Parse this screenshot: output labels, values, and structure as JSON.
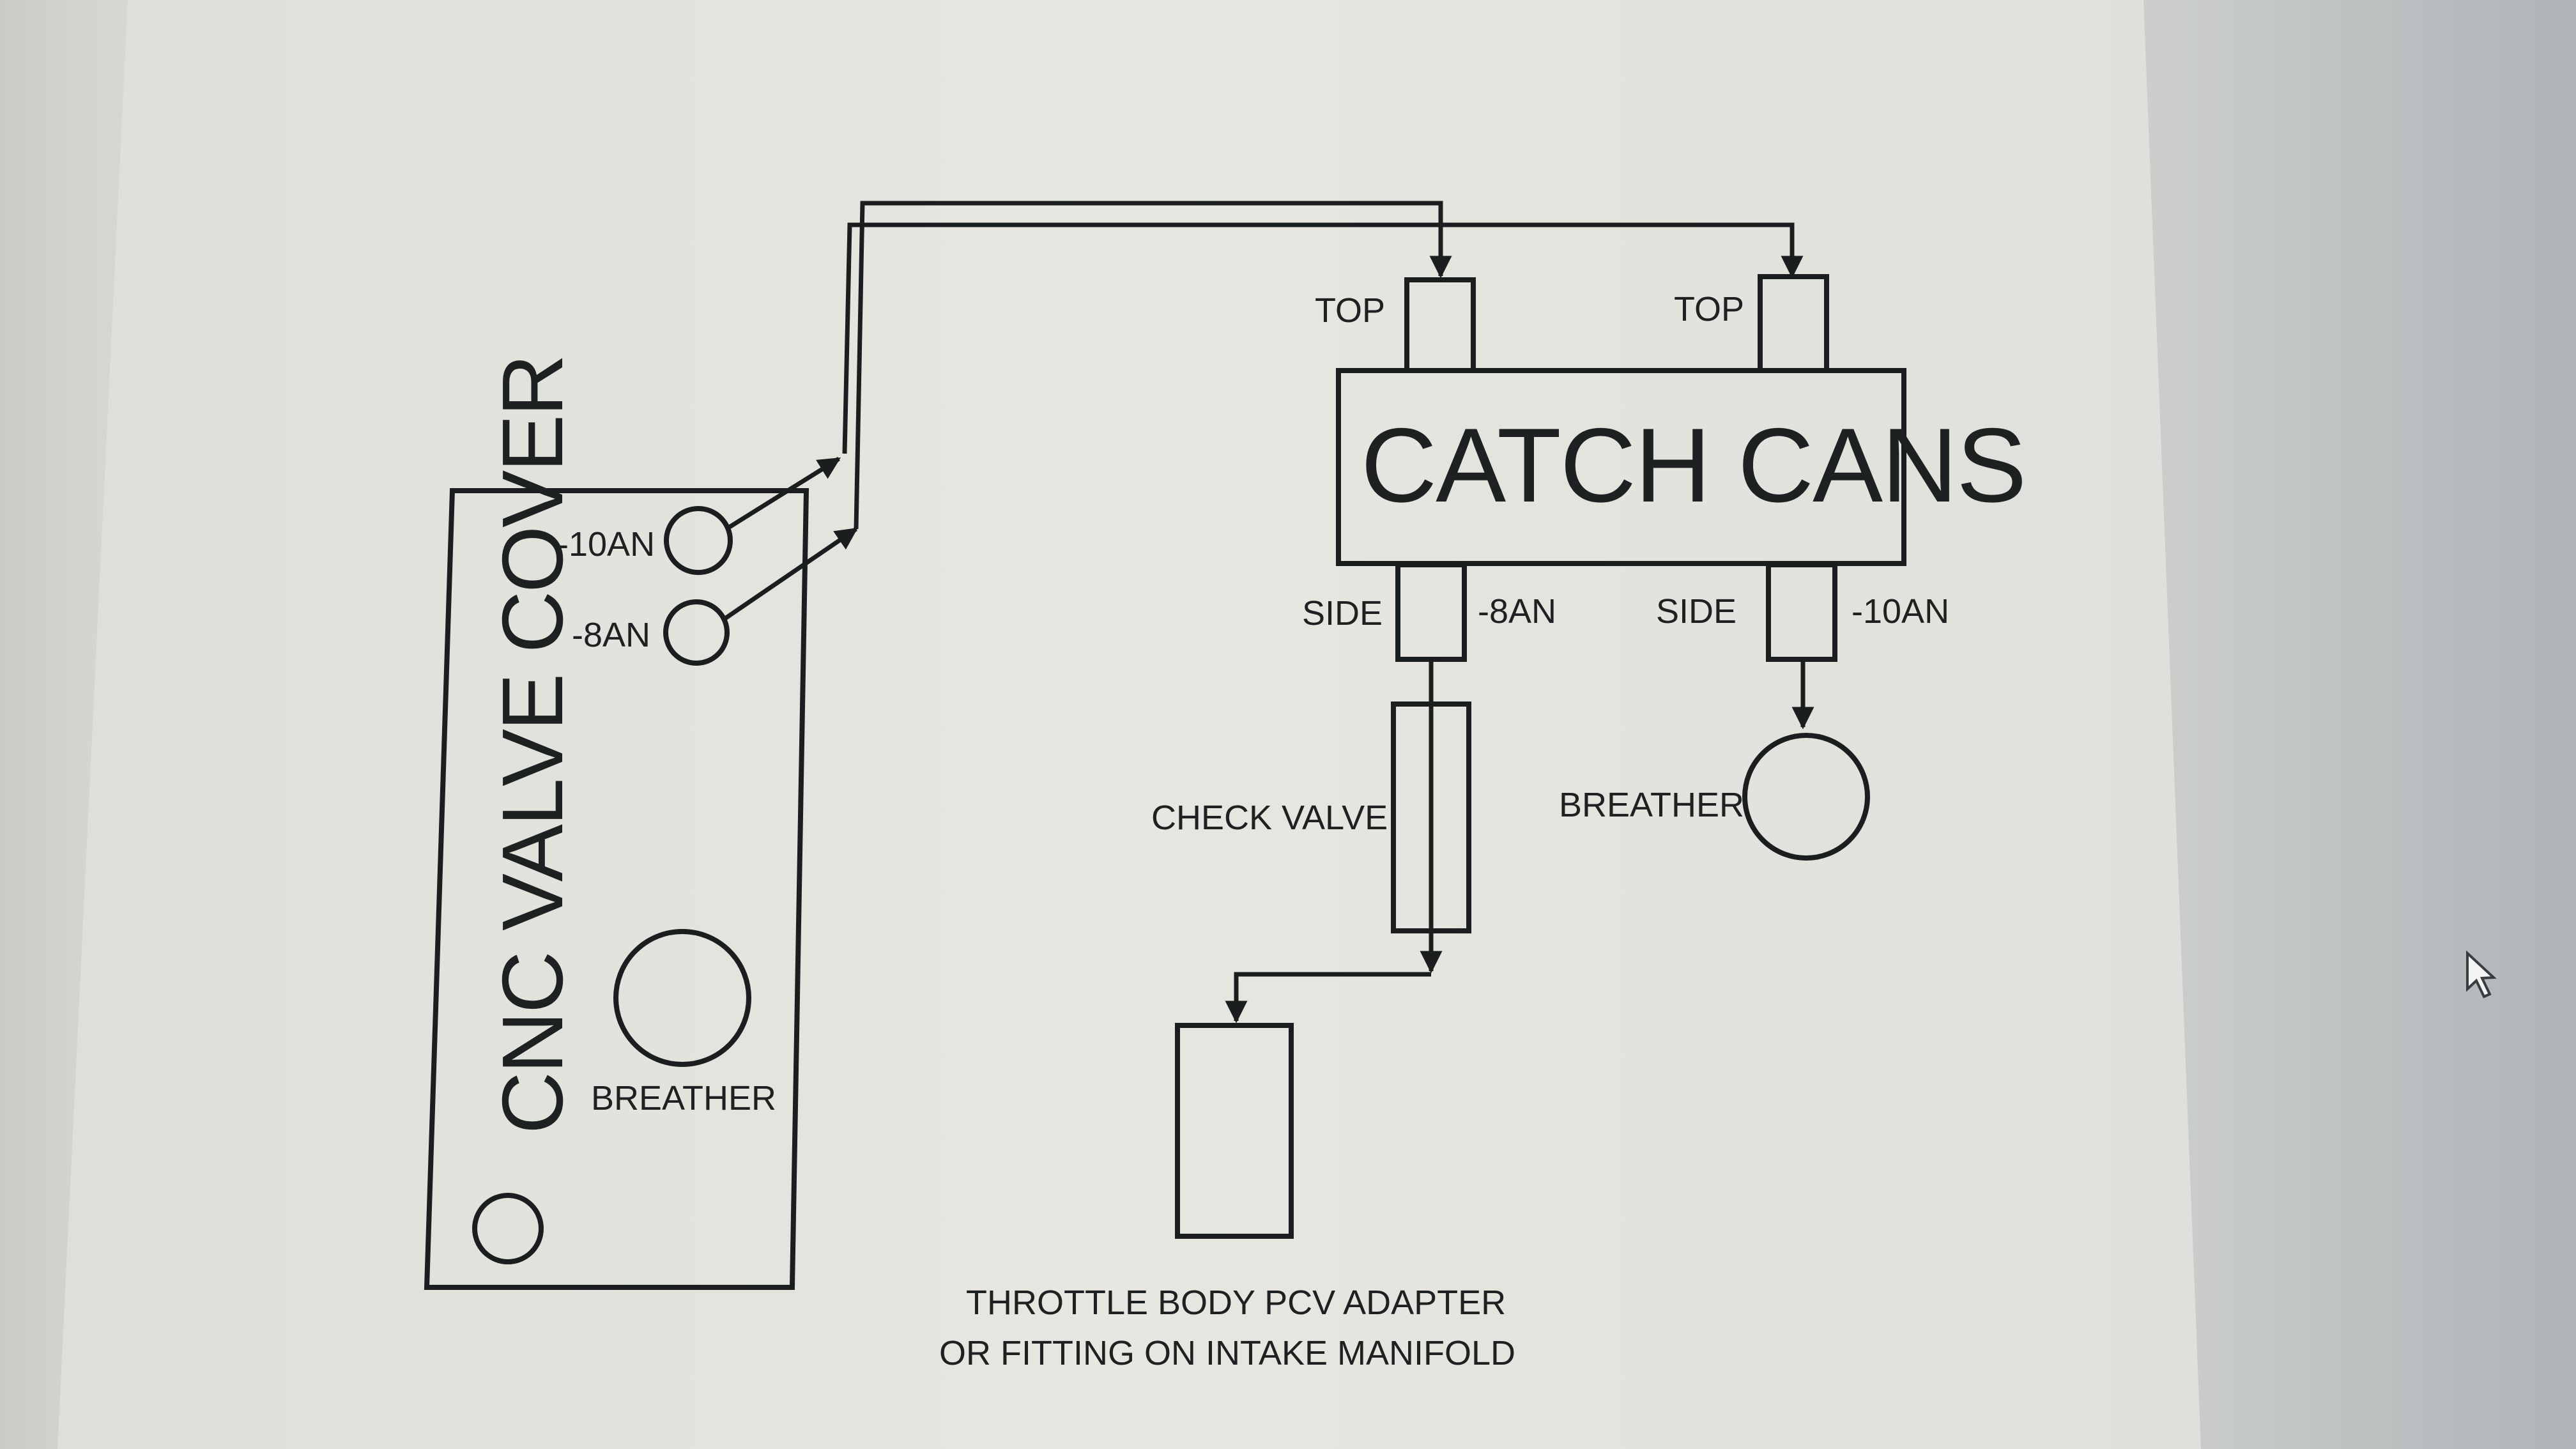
{
  "diagram": {
    "catch_cans": {
      "title": "CATCH CANS",
      "top_left_label": "TOP",
      "top_right_label": "TOP",
      "side_left_label": "SIDE",
      "side_left_size": "-8AN",
      "side_right_label": "SIDE",
      "side_right_size": "-10AN"
    },
    "valve_cover": {
      "title": "CNC VALVE COVER",
      "port_upper_size": "-10AN",
      "port_lower_size": "-8AN",
      "breather_label": "BREATHER"
    },
    "check_valve_label": "CHECK VALVE",
    "right_breather_label": "BREATHER",
    "pcv_adapter": {
      "line1": "THROTTLE BODY PCV ADAPTER",
      "line2": "OR FITTING ON INTAKE MANIFOLD"
    },
    "colors": {
      "ink": "#1b1e1f",
      "paper": "#e6e5e0"
    }
  }
}
